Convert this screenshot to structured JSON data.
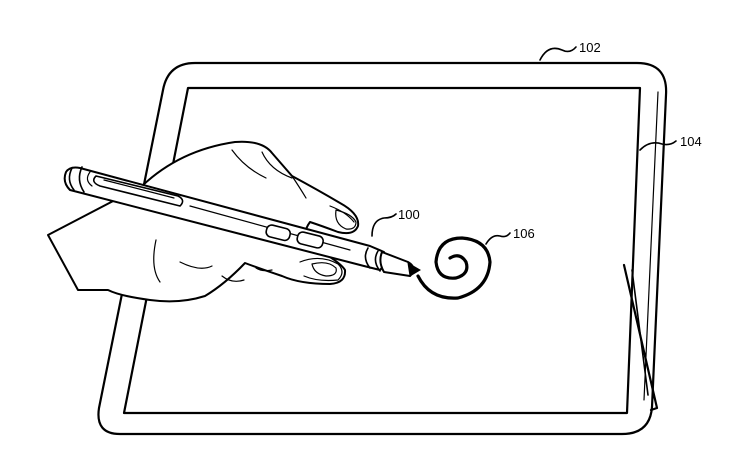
{
  "figure": {
    "labels": {
      "device": "102",
      "display": "104",
      "stylus": "100",
      "ink": "106"
    }
  }
}
